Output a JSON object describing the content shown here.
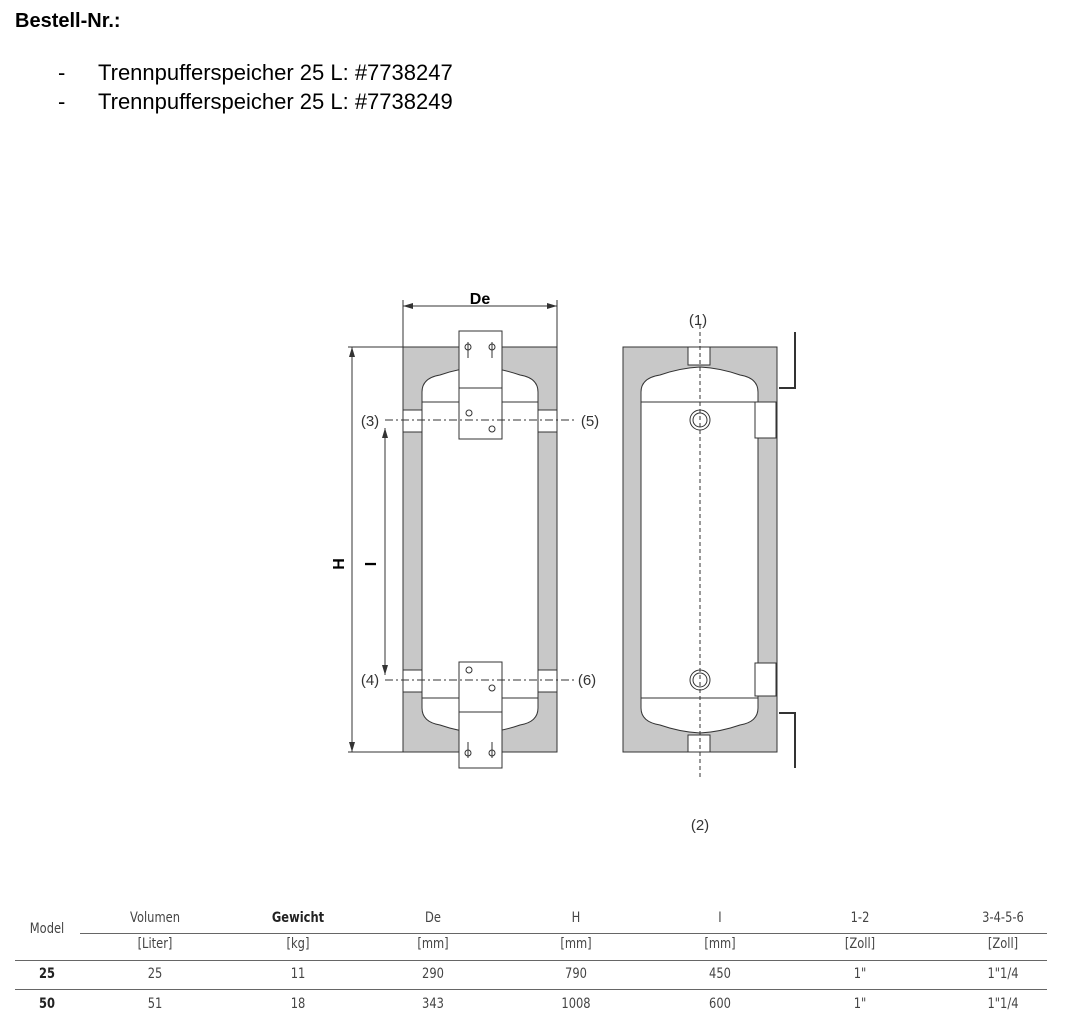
{
  "heading": "Bestell-Nr.:",
  "order_items": [
    {
      "bullet": "-",
      "text": "Trennpufferspeicher 25 L: #7738247"
    },
    {
      "bullet": "-",
      "text": "Trennpufferspeicher 25 L: #7738249"
    }
  ],
  "drawing": {
    "dim_de": "De",
    "dim_h": "H",
    "dim_i": "I",
    "labels": {
      "p1": "(1)",
      "p2": "(2)",
      "p3": "(3)",
      "p4": "(4)",
      "p5": "(5)",
      "p6": "(6)"
    }
  },
  "table": {
    "model_header": "Model",
    "headers": [
      "Volumen",
      "Gewicht",
      "De",
      "H",
      "I",
      "1-2",
      "3-4-5-6"
    ],
    "units": [
      "[Liter]",
      "[kg]",
      "[mm]",
      "[mm]",
      "[mm]",
      "[Zoll]",
      "[Zoll]"
    ],
    "rows": [
      {
        "model": "25",
        "cells": [
          "25",
          "11",
          "290",
          "790",
          "450",
          "1\"",
          "1\"1/4"
        ]
      },
      {
        "model": "50",
        "cells": [
          "51",
          "18",
          "343",
          "1008",
          "600",
          "1\"",
          "1\"1/4"
        ]
      }
    ]
  }
}
